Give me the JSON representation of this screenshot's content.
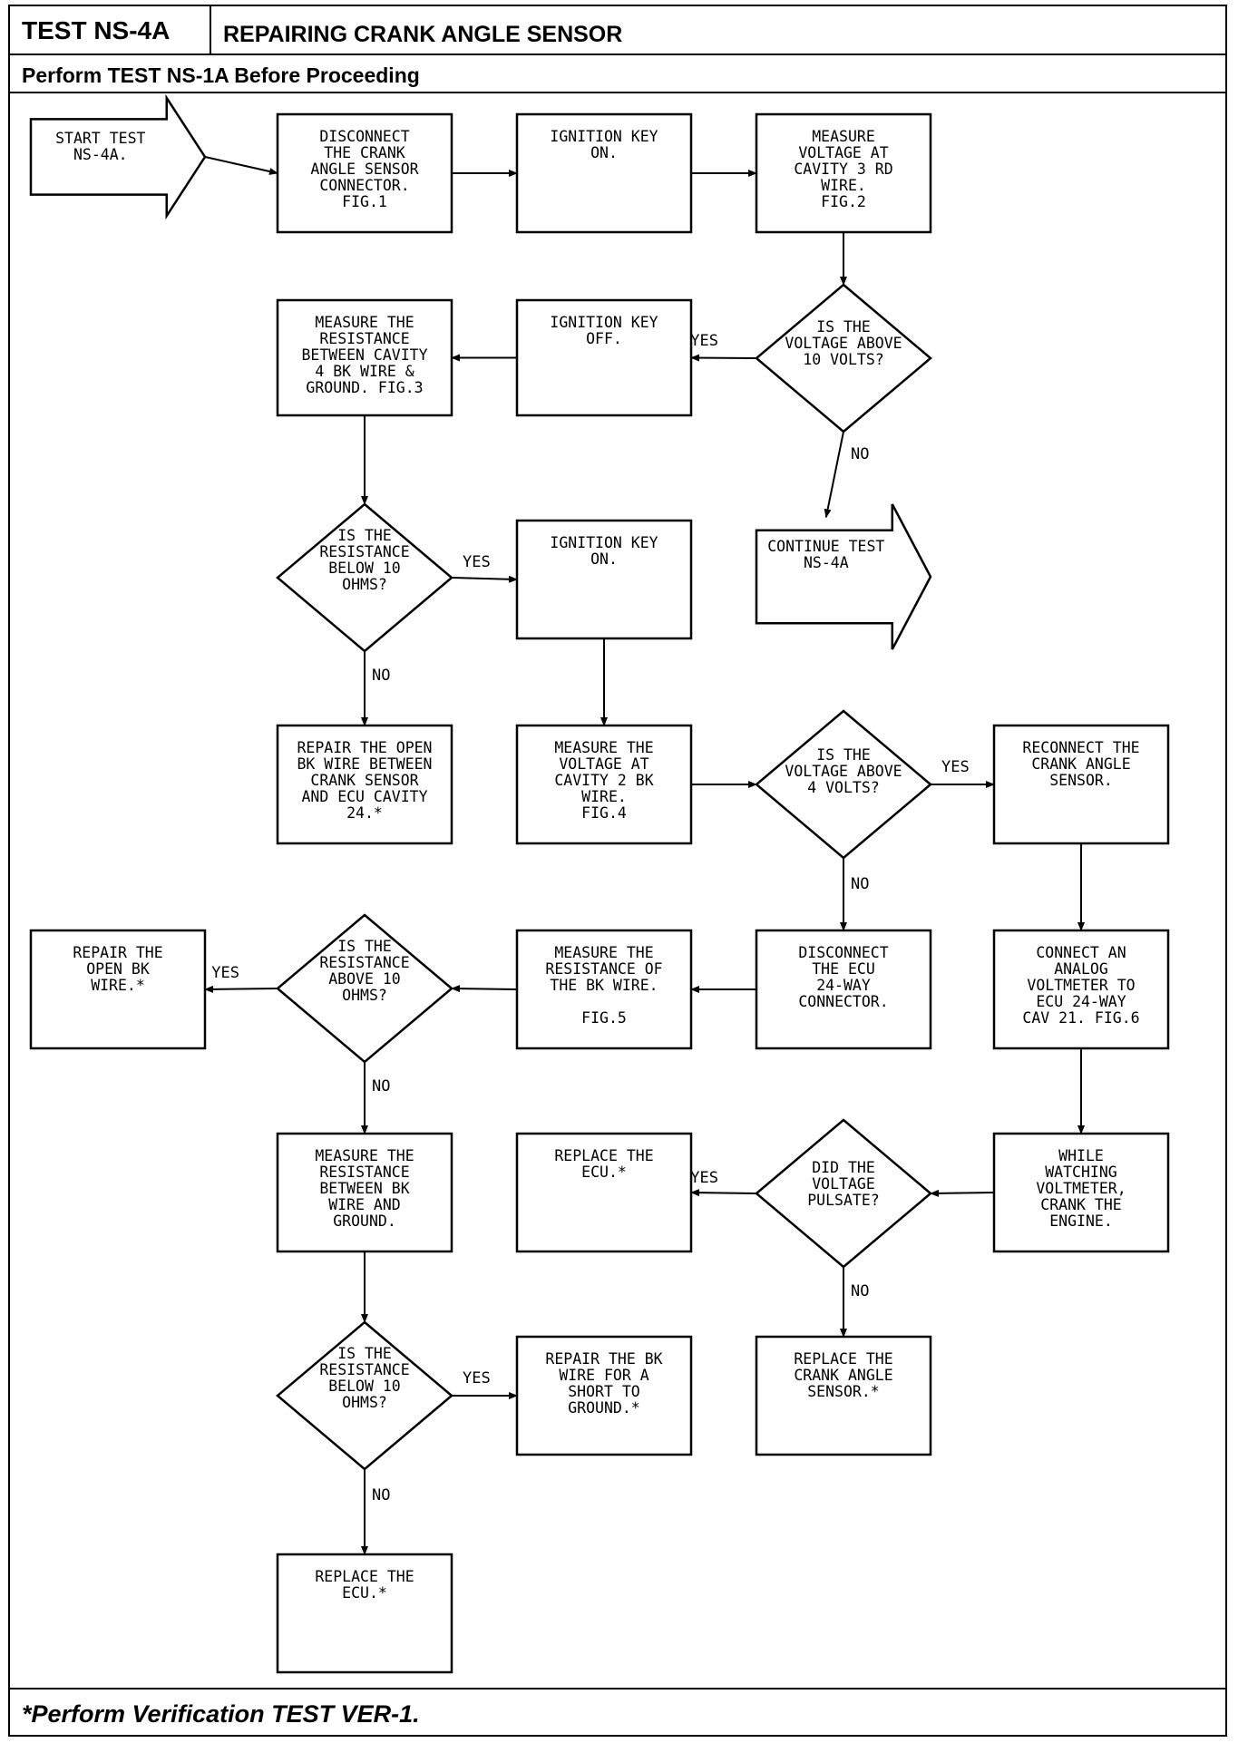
{
  "header": {
    "test_id": "TEST NS-4A",
    "title": "REPAIRING CRANK ANGLE SENSOR",
    "subtitle": "Perform TEST NS-1A Before Proceeding"
  },
  "footer": {
    "note": "*Perform Verification TEST VER-1."
  },
  "flowchart": {
    "nodes": [
      {
        "id": "start",
        "shape": "arrow",
        "lines": [
          "START TEST",
          "NS-4A."
        ]
      },
      {
        "id": "disconnect-sensor",
        "shape": "box",
        "lines": [
          "DISCONNECT",
          "THE CRANK",
          "ANGLE SENSOR",
          "CONNECTOR.",
          "FIG.1"
        ]
      },
      {
        "id": "key-on-1",
        "shape": "box",
        "lines": [
          "IGNITION KEY",
          "ON."
        ]
      },
      {
        "id": "measure-cav3",
        "shape": "box",
        "lines": [
          "MEASURE",
          "VOLTAGE AT",
          "CAVITY 3 RD",
          "WIRE.",
          "FIG.2"
        ]
      },
      {
        "id": "volt-above-10",
        "shape": "diamond",
        "lines": [
          "IS THE",
          "VOLTAGE ABOVE",
          "10 VOLTS?"
        ]
      },
      {
        "id": "key-off",
        "shape": "box",
        "lines": [
          "IGNITION KEY",
          "OFF."
        ]
      },
      {
        "id": "measure-res-cav4",
        "shape": "box",
        "lines": [
          "MEASURE THE",
          "RESISTANCE",
          "BETWEEN CAVITY",
          "4 BK WIRE &",
          "GROUND. FIG.3"
        ]
      },
      {
        "id": "continue",
        "shape": "arrow",
        "lines": [
          "CONTINUE TEST",
          "NS-4A"
        ]
      },
      {
        "id": "res-below-10-a",
        "shape": "diamond",
        "lines": [
          "IS THE",
          "RESISTANCE",
          "BELOW 10",
          "OHMS?"
        ]
      },
      {
        "id": "key-on-2",
        "shape": "box",
        "lines": [
          "IGNITION KEY",
          "ON."
        ]
      },
      {
        "id": "repair-open-bk-ecu",
        "shape": "box",
        "lines": [
          "REPAIR THE OPEN",
          "BK WIRE BETWEEN",
          "CRANK SENSOR",
          "AND ECU CAVITY",
          "24.*"
        ]
      },
      {
        "id": "measure-volt-cav2",
        "shape": "box",
        "lines": [
          "MEASURE THE",
          "VOLTAGE AT",
          "CAVITY 2 BK",
          "WIRE.",
          "FIG.4"
        ]
      },
      {
        "id": "volt-above-4",
        "shape": "diamond",
        "lines": [
          "IS THE",
          "VOLTAGE ABOVE",
          "4 VOLTS?"
        ]
      },
      {
        "id": "reconnect",
        "shape": "box",
        "lines": [
          "RECONNECT THE",
          "CRANK ANGLE",
          "SENSOR."
        ]
      },
      {
        "id": "disconnect-ecu",
        "shape": "box",
        "lines": [
          "DISCONNECT",
          "THE ECU",
          "24-WAY",
          "CONNECTOR."
        ]
      },
      {
        "id": "measure-res-bk",
        "shape": "box",
        "lines": [
          "MEASURE THE",
          "RESISTANCE OF",
          "THE BK WIRE.",
          "",
          "FIG.5"
        ]
      },
      {
        "id": "res-above-10",
        "shape": "diamond",
        "lines": [
          "IS THE",
          "RESISTANCE",
          "ABOVE 10",
          "OHMS?"
        ]
      },
      {
        "id": "repair-open-bk",
        "shape": "box",
        "lines": [
          "REPAIR THE",
          "OPEN BK",
          "WIRE.*"
        ]
      },
      {
        "id": "connect-voltmeter",
        "shape": "box",
        "lines": [
          "CONNECT AN",
          "ANALOG",
          "VOLTMETER TO",
          "ECU 24-WAY",
          "CAV 21. FIG.6"
        ]
      },
      {
        "id": "crank-engine",
        "shape": "box",
        "lines": [
          "WHILE",
          "WATCHING",
          "VOLTMETER,",
          "CRANK THE",
          "ENGINE."
        ]
      },
      {
        "id": "volt-pulsate",
        "shape": "diamond",
        "lines": [
          "DID THE",
          "VOLTAGE",
          "PULSATE?"
        ]
      },
      {
        "id": "replace-ecu-1",
        "shape": "box",
        "lines": [
          "REPLACE THE",
          "ECU.*"
        ]
      },
      {
        "id": "replace-sensor",
        "shape": "box",
        "lines": [
          "REPLACE THE",
          "CRANK ANGLE",
          "SENSOR.*"
        ]
      },
      {
        "id": "measure-res-ground",
        "shape": "box",
        "lines": [
          "MEASURE THE",
          "RESISTANCE",
          "BETWEEN BK",
          "WIRE AND",
          "GROUND."
        ]
      },
      {
        "id": "res-below-10-b",
        "shape": "diamond",
        "lines": [
          "IS THE",
          "RESISTANCE",
          "BELOW 10",
          "OHMS?"
        ]
      },
      {
        "id": "repair-short",
        "shape": "box",
        "lines": [
          "REPAIR THE BK",
          "WIRE FOR A",
          "SHORT TO",
          "GROUND.*"
        ]
      },
      {
        "id": "replace-ecu-2",
        "shape": "box",
        "lines": [
          "REPLACE THE",
          "ECU.*"
        ]
      }
    ],
    "edges": [
      {
        "from": "start",
        "to": "disconnect-sensor",
        "label": ""
      },
      {
        "from": "disconnect-sensor",
        "to": "key-on-1",
        "label": ""
      },
      {
        "from": "key-on-1",
        "to": "measure-cav3",
        "label": ""
      },
      {
        "from": "measure-cav3",
        "to": "volt-above-10",
        "label": ""
      },
      {
        "from": "volt-above-10",
        "to": "key-off",
        "label": "YES"
      },
      {
        "from": "volt-above-10",
        "to": "continue",
        "label": "NO"
      },
      {
        "from": "key-off",
        "to": "measure-res-cav4",
        "label": ""
      },
      {
        "from": "measure-res-cav4",
        "to": "res-below-10-a",
        "label": ""
      },
      {
        "from": "res-below-10-a",
        "to": "key-on-2",
        "label": "YES"
      },
      {
        "from": "res-below-10-a",
        "to": "repair-open-bk-ecu",
        "label": "NO"
      },
      {
        "from": "key-on-2",
        "to": "measure-volt-cav2",
        "label": ""
      },
      {
        "from": "measure-volt-cav2",
        "to": "volt-above-4",
        "label": ""
      },
      {
        "from": "volt-above-4",
        "to": "reconnect",
        "label": "YES"
      },
      {
        "from": "volt-above-4",
        "to": "disconnect-ecu",
        "label": "NO"
      },
      {
        "from": "reconnect",
        "to": "connect-voltmeter",
        "label": ""
      },
      {
        "from": "disconnect-ecu",
        "to": "measure-res-bk",
        "label": ""
      },
      {
        "from": "measure-res-bk",
        "to": "res-above-10",
        "label": ""
      },
      {
        "from": "res-above-10",
        "to": "repair-open-bk",
        "label": "YES"
      },
      {
        "from": "res-above-10",
        "to": "measure-res-ground",
        "label": "NO"
      },
      {
        "from": "connect-voltmeter",
        "to": "crank-engine",
        "label": ""
      },
      {
        "from": "crank-engine",
        "to": "volt-pulsate",
        "label": ""
      },
      {
        "from": "volt-pulsate",
        "to": "replace-ecu-1",
        "label": "YES"
      },
      {
        "from": "volt-pulsate",
        "to": "replace-sensor",
        "label": "NO"
      },
      {
        "from": "measure-res-ground",
        "to": "res-below-10-b",
        "label": ""
      },
      {
        "from": "res-below-10-b",
        "to": "repair-short",
        "label": "YES"
      },
      {
        "from": "res-below-10-b",
        "to": "replace-ecu-2",
        "label": "NO"
      }
    ]
  }
}
